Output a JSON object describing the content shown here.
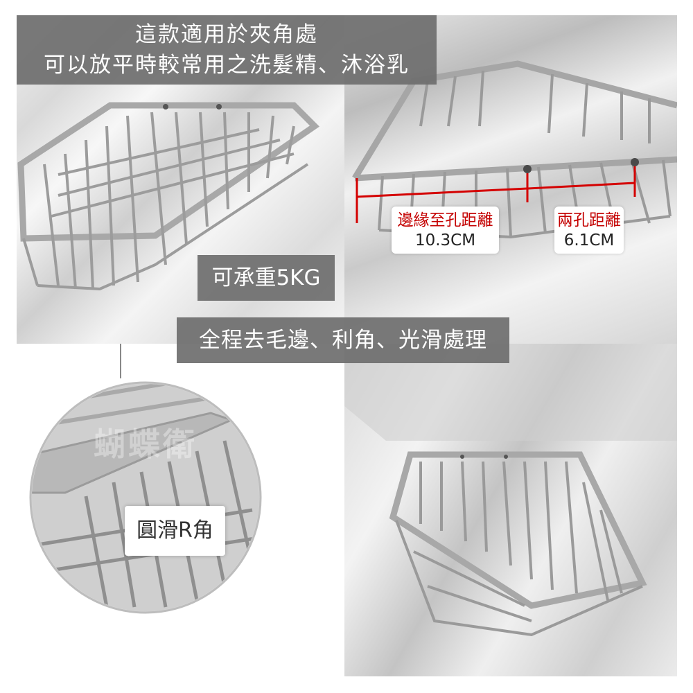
{
  "captions": {
    "top_line1": "這款適用於夾角處",
    "top_line2": "可以放平時較常用之洗髮精、沐浴乳",
    "load": "可承重5KG",
    "deburr": "全程去毛邊、利角、光滑處理",
    "corner": "圓滑R角"
  },
  "dimensions": {
    "edge_to_hole_label": "邊緣至孔距離",
    "edge_to_hole_value": "10.3CM",
    "hole_to_hole_label": "兩孔距離",
    "hole_to_hole_value": "6.1CM"
  },
  "watermark": "蝴蝶衛",
  "colors": {
    "caption_bg": "#6e6e6e",
    "dimension_line": "#d40000",
    "metal": "#9a9a9a"
  }
}
